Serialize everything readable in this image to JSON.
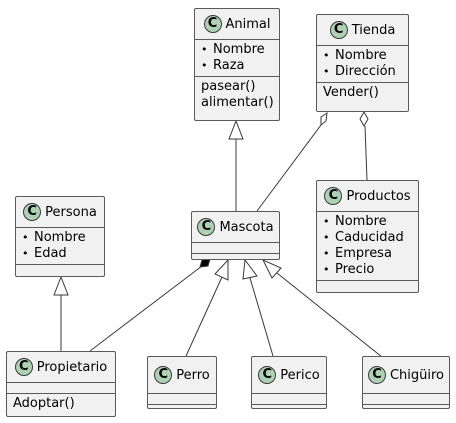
{
  "diagram": {
    "classes": {
      "animal": {
        "name": "Animal",
        "stereotype": "C",
        "attributes": [
          "Nombre",
          "Raza"
        ],
        "methods": [
          "pasear()",
          "alimentar()"
        ]
      },
      "tienda": {
        "name": "Tienda",
        "stereotype": "C",
        "attributes": [
          "Nombre",
          "Dirección"
        ],
        "methods": [
          "Vender()"
        ]
      },
      "persona": {
        "name": "Persona",
        "stereotype": "C",
        "attributes": [
          "Nombre",
          "Edad"
        ],
        "methods": []
      },
      "mascota": {
        "name": "Mascota",
        "stereotype": "C",
        "attributes": [],
        "methods": []
      },
      "productos": {
        "name": "Productos",
        "stereotype": "C",
        "attributes": [
          "Nombre",
          "Caducidad",
          "Empresa",
          "Precio"
        ],
        "methods": []
      },
      "propietario": {
        "name": "Propietario",
        "stereotype": "C",
        "attributes": [],
        "methods": [
          "Adoptar()"
        ]
      },
      "perro": {
        "name": "Perro",
        "stereotype": "C",
        "attributes": [],
        "methods": []
      },
      "perico": {
        "name": "Perico",
        "stereotype": "C",
        "attributes": [],
        "methods": []
      },
      "chiguiro": {
        "name": "Chigüiro",
        "stereotype": "C",
        "attributes": [],
        "methods": []
      }
    },
    "bullet_symbol": "•",
    "relationships": [
      {
        "from": "Mascota",
        "to": "Animal",
        "kind": "inheritance"
      },
      {
        "from": "Propietario",
        "to": "Persona",
        "kind": "inheritance"
      },
      {
        "from": "Perro",
        "to": "Mascota",
        "kind": "inheritance"
      },
      {
        "from": "Perico",
        "to": "Mascota",
        "kind": "inheritance"
      },
      {
        "from": "Chigüiro",
        "to": "Mascota",
        "kind": "inheritance"
      },
      {
        "from": "Tienda",
        "to": "Mascota",
        "kind": "aggregation"
      },
      {
        "from": "Tienda",
        "to": "Productos",
        "kind": "aggregation"
      },
      {
        "from": "Mascota",
        "to": "Propietario",
        "kind": "composition"
      }
    ]
  }
}
